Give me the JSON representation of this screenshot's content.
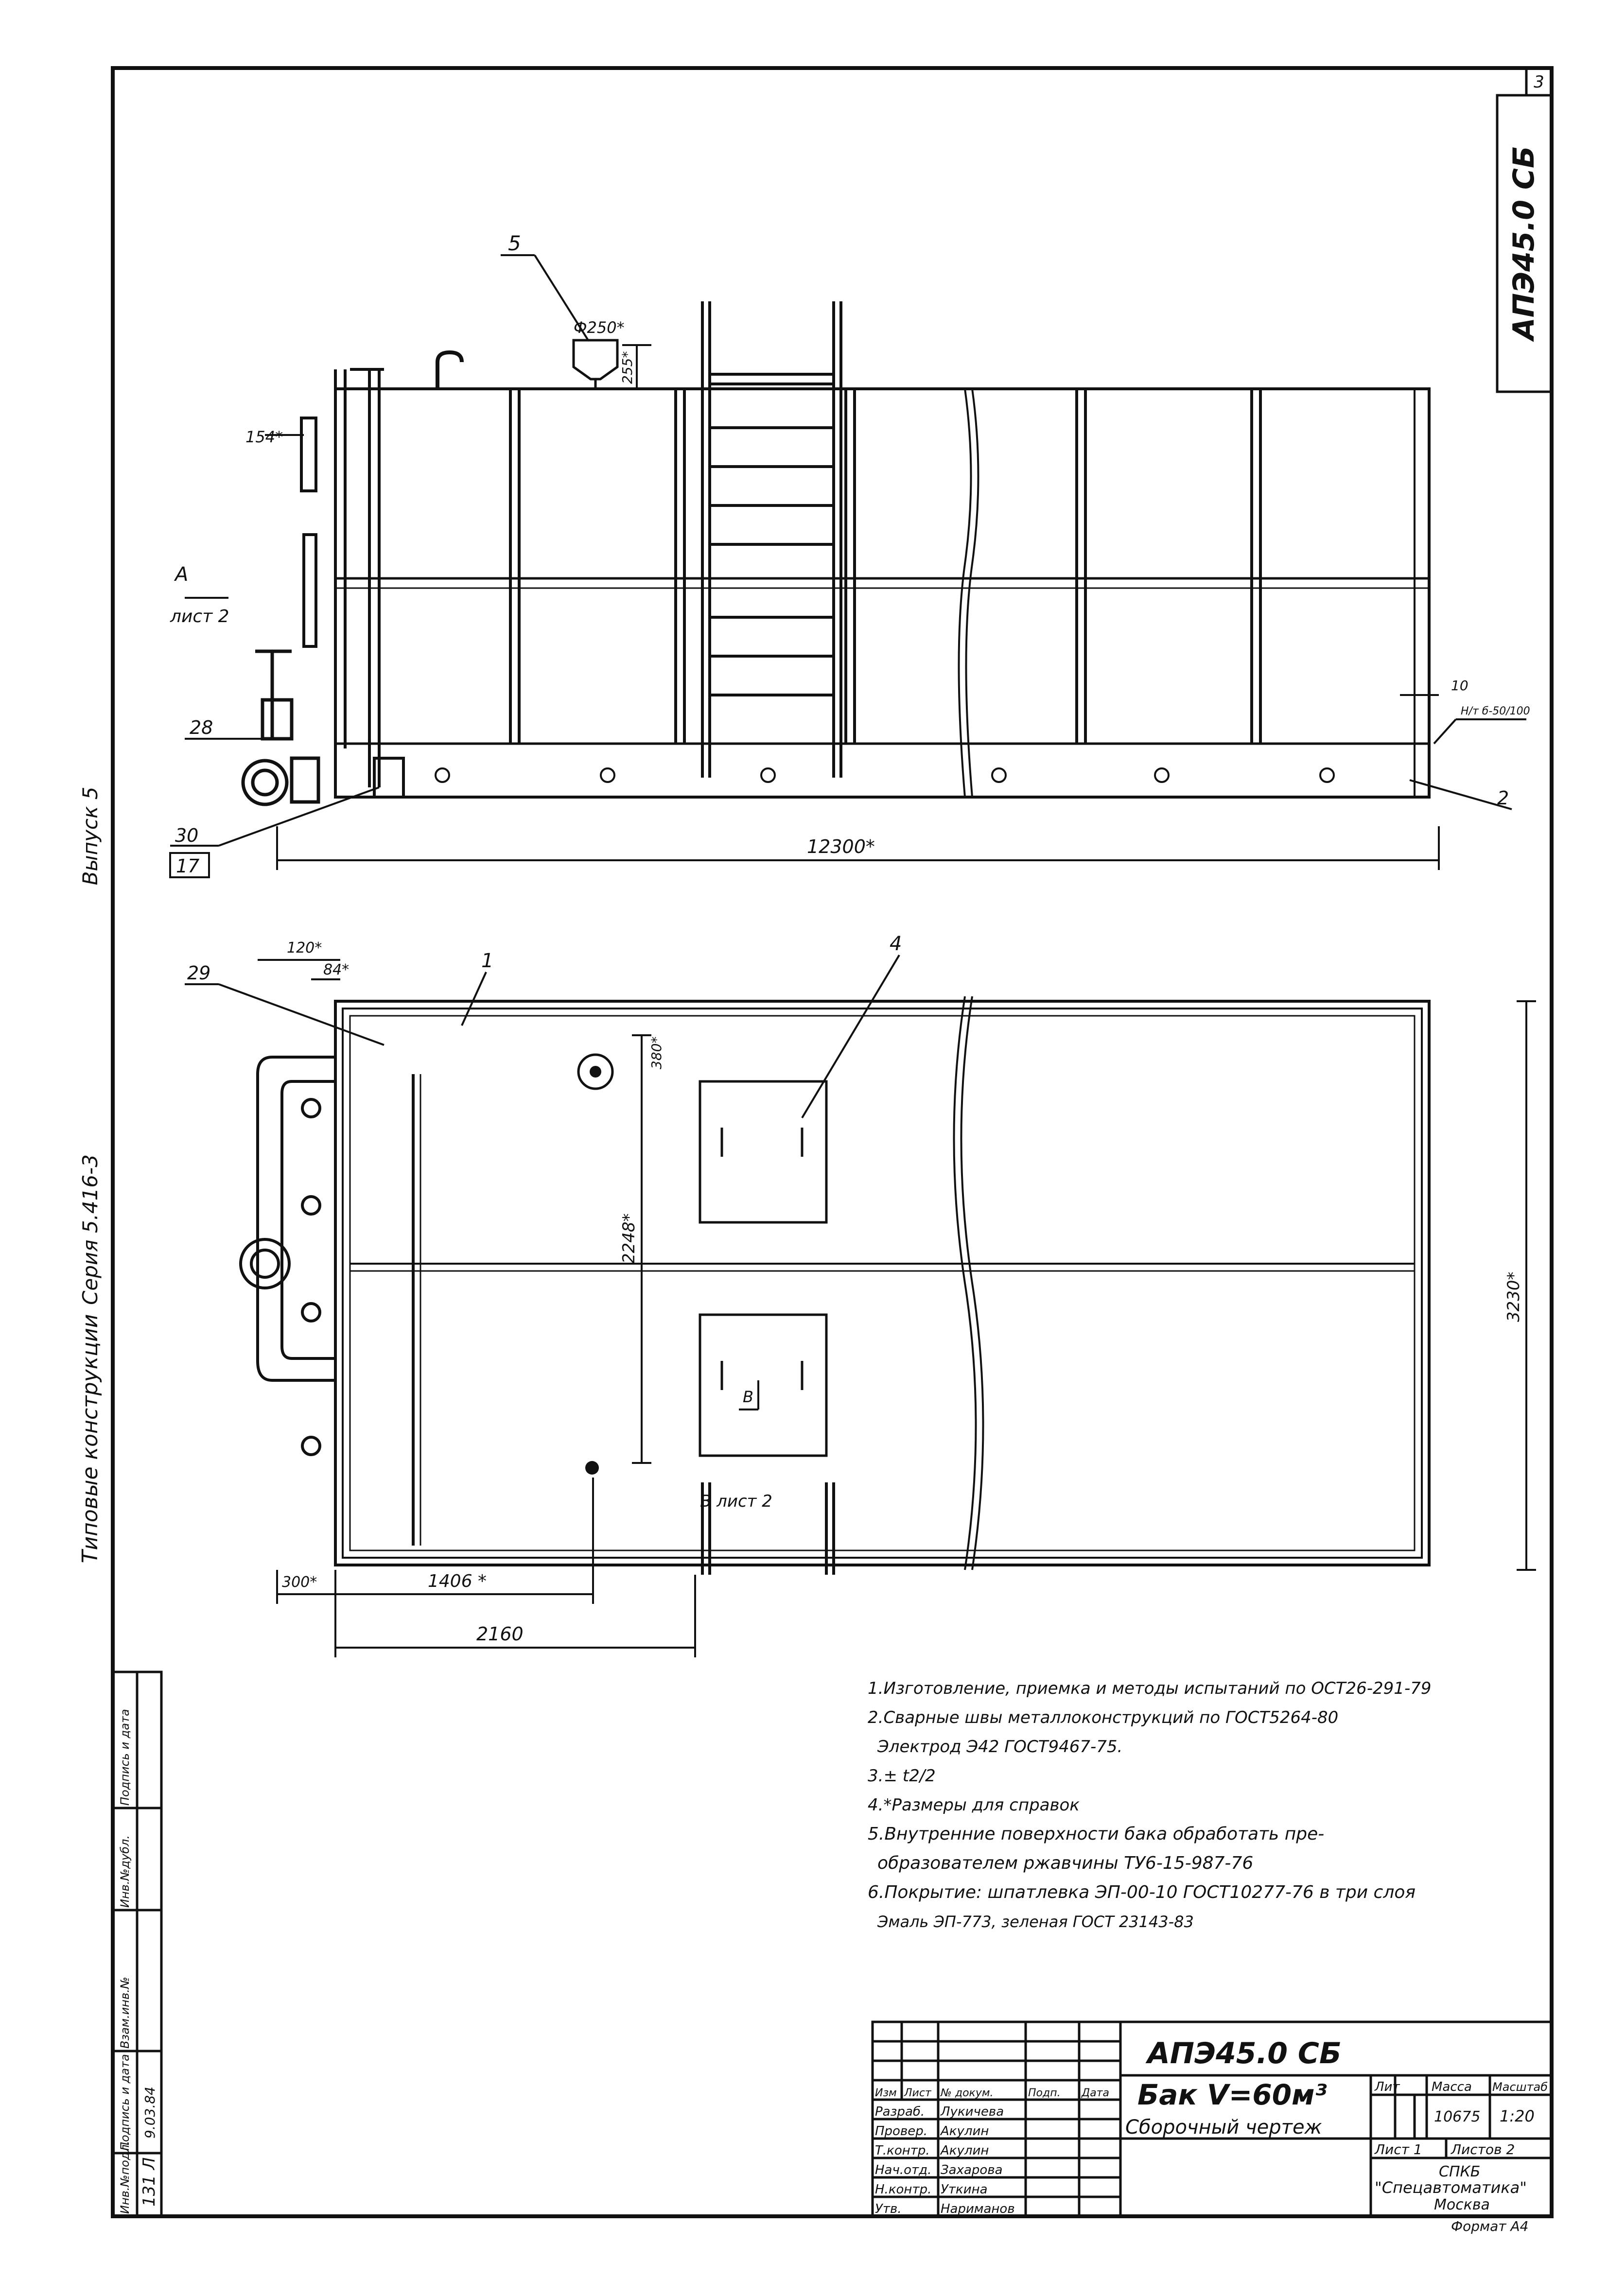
{
  "sheet": {
    "number": "3",
    "code_corner": "АПЭ45.0 СБ"
  },
  "side_labels": {
    "release": "Выпуск 5",
    "series": "Серия 5.416-3",
    "typical": "Типовые конструкции"
  },
  "side_view": {
    "leader_5": "5",
    "dim_phi250": "Ф250*",
    "dim_255": "255*",
    "dim_154": "154*",
    "view_a": "А",
    "view_a_sheet": "лист 2",
    "leader_28": "28",
    "leader_30": "30",
    "leader_17": "17",
    "leader_10": "10",
    "weld_note": "Н/т б-50/100",
    "leader_2": "2",
    "dim_12300": "12300*"
  },
  "plan_view": {
    "dim_120": "120*",
    "dim_84": "84*",
    "leader_29": "29",
    "leader_1": "1",
    "leader_4": "4",
    "dim_380": "380*",
    "dim_2248": "2248*",
    "dim_3230": "3230*",
    "section_b": "В",
    "section_b_sheet": "В лист 2",
    "dim_300": "300*",
    "dim_1406": "1406 *",
    "dim_2160": "2160"
  },
  "notes": [
    "1.Изготовление, приемка и методы испытаний по ОСТ26-291-79",
    "2.Сварные швы металлоконструкций по ГОСТ5264-80",
    "Электрод Э42 ГОСТ9467-75.",
    "3.± t2/2",
    "4.*Размеры для справок",
    "5.Внутренние поверхности бака обработать пре-",
    "образователем ржавчины ТУ6-15-987-76",
    "6.Покрытие: шпатлевка ЭП-00-10 ГОСТ10277-76 в три слоя",
    "Эмаль ЭП-773, зеленая ГОСТ 23143-83"
  ],
  "left_strip": {
    "headers": [
      "Инв.№подл.",
      "Подпись и дата",
      "Взам.инв.№",
      "Инв.№дубл.",
      "Подпись и дата"
    ],
    "values": [
      "131 Л",
      "9.03.84",
      "",
      "",
      ""
    ]
  },
  "title_block": {
    "designation": "АПЭ45.0 СБ",
    "name": "Бак V=60м³",
    "doc_type": "Сборочный чертеж",
    "header_cols": [
      "Изм",
      "Лист",
      "№ докум.",
      "Подп.",
      "Дата"
    ],
    "roles": [
      {
        "role": "Разраб.",
        "name": "Лукичева"
      },
      {
        "role": "Провер.",
        "name": "Акулин"
      },
      {
        "role": "Т.контр.",
        "name": "Акулин"
      },
      {
        "role": "Нач.отд.",
        "name": "Захарова"
      },
      {
        "role": "Н.контр.",
        "name": "Уткина"
      },
      {
        "role": "Утв.",
        "name": "Нариманов"
      }
    ],
    "lit_label": "Лит",
    "mass_label": "Масса",
    "scale_label": "Масштаб",
    "mass": "10675",
    "scale": "1:20",
    "sheet_label": "Лист 1",
    "sheets_label": "Листов 2",
    "org_1": "СПКБ",
    "org_2": "\"Спецавтоматика\"",
    "org_3": "Москва",
    "format": "Формат А4"
  }
}
